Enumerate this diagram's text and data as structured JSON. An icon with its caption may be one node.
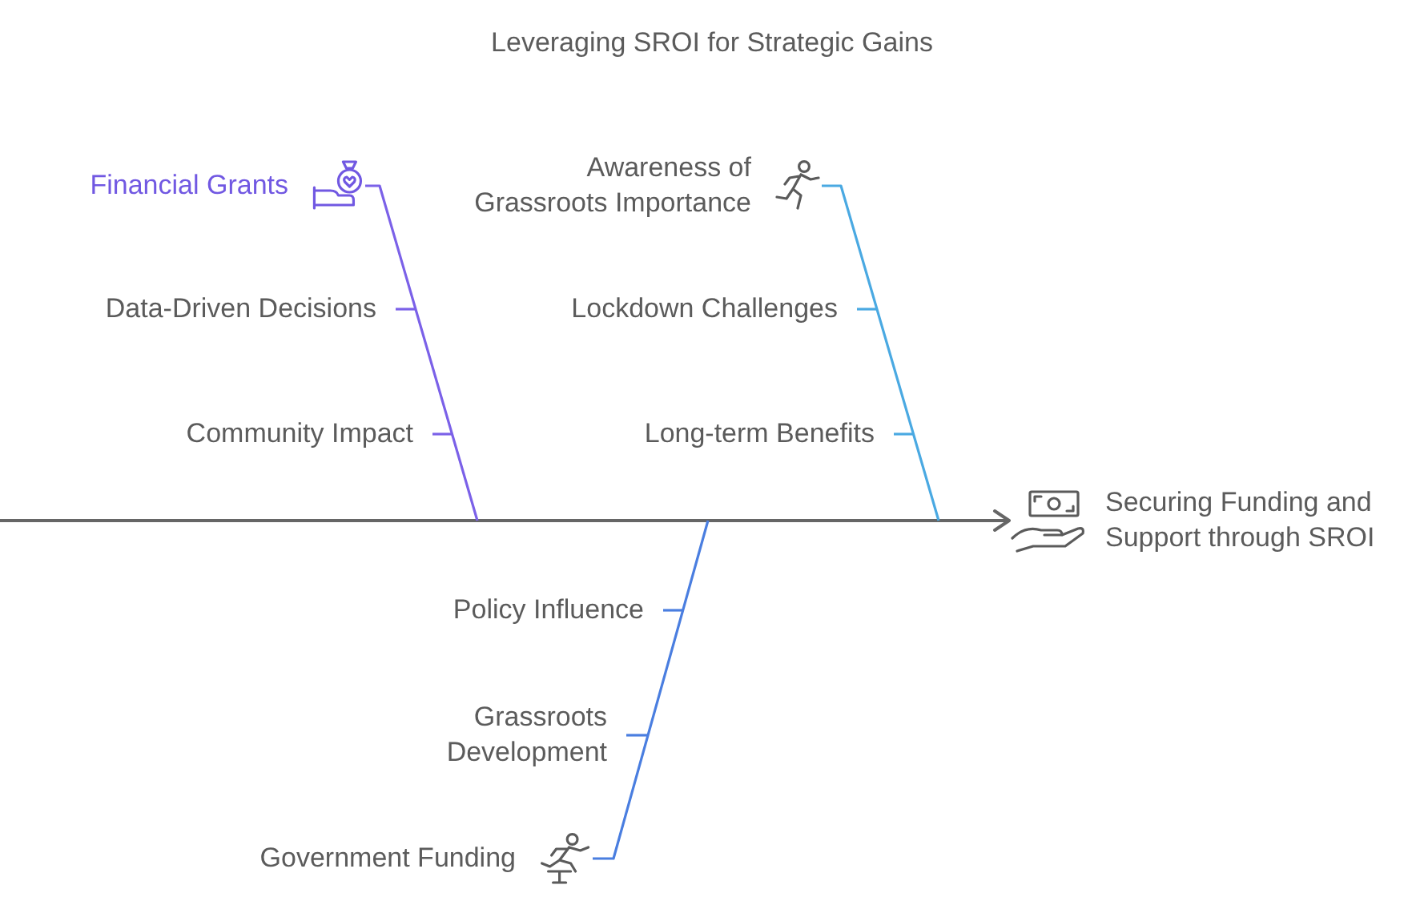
{
  "diagram": {
    "title": "Leveraging SROI for Strategic Gains",
    "nodes": [
      {
        "text": [
          "Securing Funding and Support through SROI"
        ]
      },
      {
        "text": [
          "Financial Grants"
        ]
      },
      {
        "text": [
          "Data-Driven Decisions"
        ]
      },
      {
        "text": [
          "Community Impact"
        ]
      },
      {
        "text": [
          "Awareness of Grassroots Importance"
        ]
      },
      {
        "text": [
          "Lockdown Challenges"
        ]
      },
      {
        "text": [
          "Long-term Benefits"
        ]
      },
      {
        "text": [
          "Government Funding"
        ]
      },
      {
        "text": [
          "Policy Influence"
        ]
      },
      {
        "text": [
          "Grassroots Development"
        ]
      }
    ],
    "edges": [
      {
        "from": null,
        "to": 0,
        "arrow": "to",
        "color": "#666666"
      },
      {
        "from": 1,
        "to": null,
        "arrow": "none",
        "color": "#7b61e8"
      },
      {
        "from": 2,
        "to": null,
        "arrow": "none",
        "color": "#7b61e8"
      },
      {
        "from": 3,
        "to": null,
        "arrow": "none",
        "color": "#7b61e8"
      },
      {
        "from": 4,
        "to": null,
        "arrow": "none",
        "color": "#4aa9e2"
      },
      {
        "from": 5,
        "to": null,
        "arrow": "none",
        "color": "#4aa9e2"
      },
      {
        "from": 6,
        "to": null,
        "arrow": "none",
        "color": "#4aa9e2"
      },
      {
        "from": 7,
        "to": null,
        "arrow": "none",
        "color": "#4a7ee0"
      },
      {
        "from": 8,
        "to": null,
        "arrow": "none",
        "color": "#4a7ee0"
      },
      {
        "from": 9,
        "to": null,
        "arrow": "none",
        "color": "#4a7ee0"
      }
    ]
  }
}
